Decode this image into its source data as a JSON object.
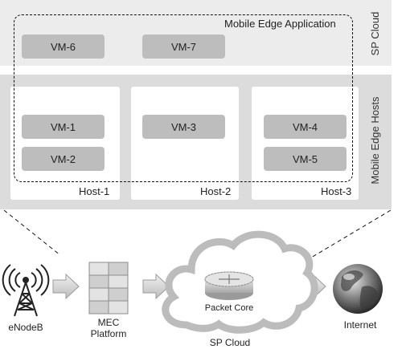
{
  "top_band": {
    "label": "SP Cloud"
  },
  "hosts_band": {
    "label": "Mobile Edge Hosts"
  },
  "application": {
    "label": "Mobile Edge Application"
  },
  "vms": {
    "vm6": "VM-6",
    "vm7": "VM-7",
    "vm1": "VM-1",
    "vm2": "VM-2",
    "vm3": "VM-3",
    "vm4": "VM-4",
    "vm5": "VM-5"
  },
  "hosts": {
    "host1": "Host-1",
    "host2": "Host-2",
    "host3": "Host-3"
  },
  "bottom": {
    "enodeb": "eNodeB",
    "mec_line1": "MEC",
    "mec_line2": "Platform",
    "packet_core": "Packet Core",
    "sp_cloud": "SP Cloud",
    "internet": "Internet"
  }
}
